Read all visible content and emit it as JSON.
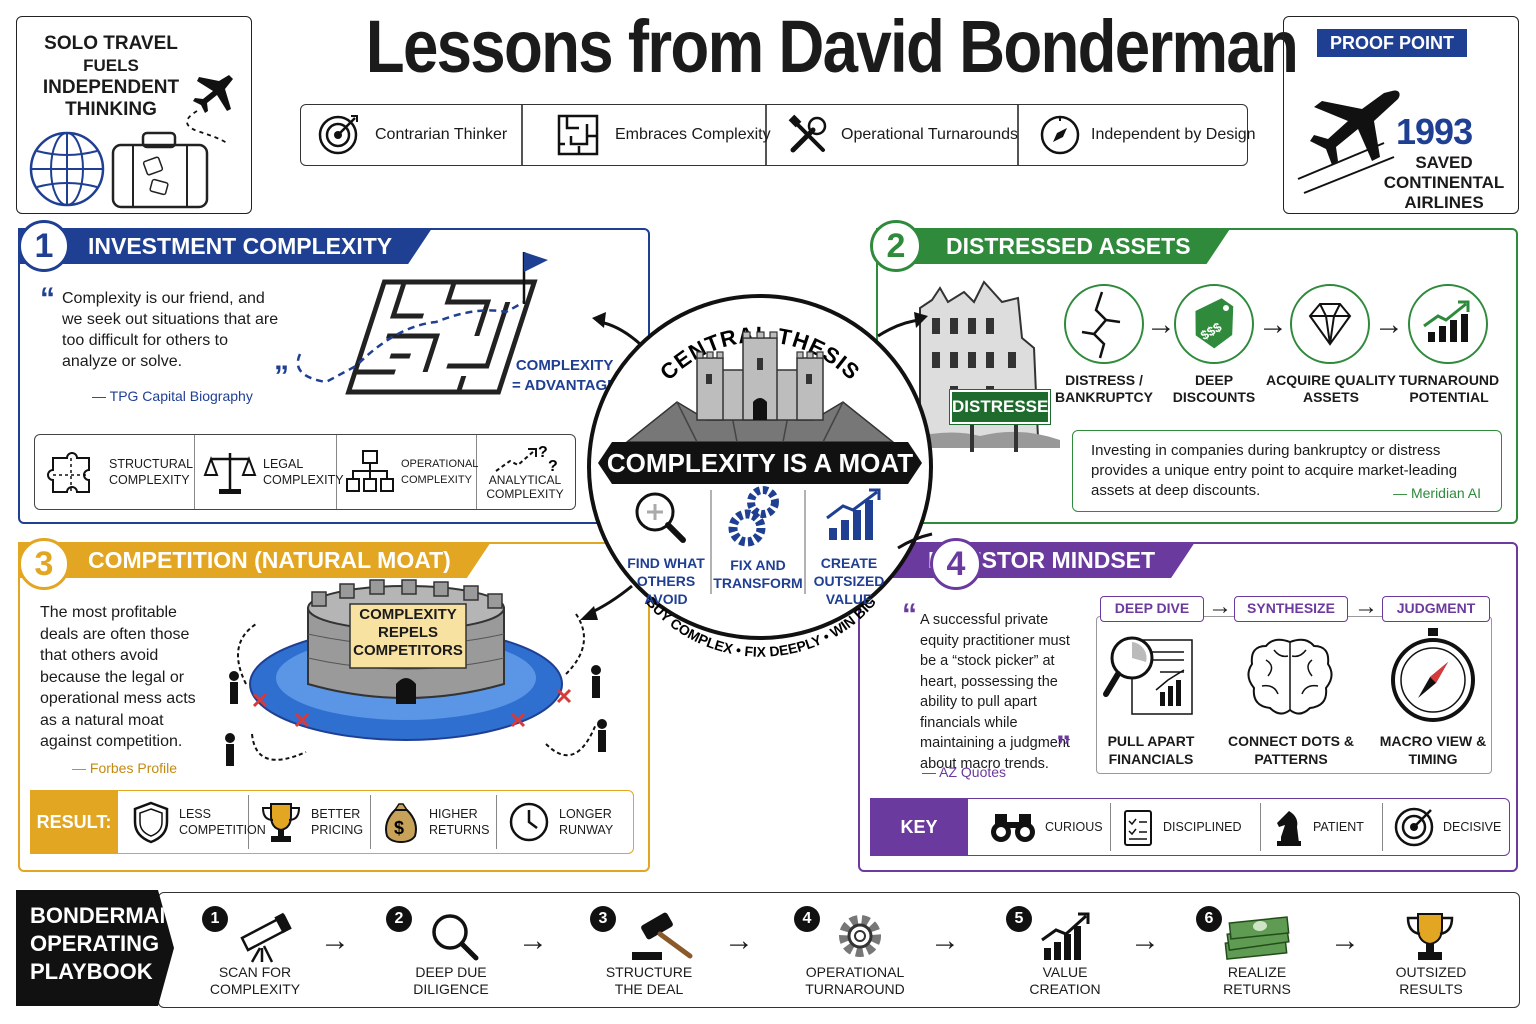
{
  "title": "Lessons from David Bonderman",
  "solo": {
    "line1": "SOLO TRAVEL",
    "line2": "FUELS",
    "line3": "INDEPENDENT",
    "line4": "THINKING"
  },
  "values": [
    {
      "label": "Contrarian Thinker",
      "icon": "target-icon"
    },
    {
      "label": "Embraces Complexity",
      "icon": "maze-icon"
    },
    {
      "label": "Operational Turnarounds",
      "icon": "tools-icon"
    },
    {
      "label": "Independent by Design",
      "icon": "compass-icon"
    }
  ],
  "proof": {
    "badge": "PROOF POINT",
    "year": "1993",
    "line1": "SAVED",
    "line2": "CONTINENTAL",
    "line3": "AIRLINES"
  },
  "p1": {
    "num": "1",
    "title": "INVESTMENT COMPLEXITY",
    "quote": "Complexity is our friend, and we seek out situations that are too difficult for others to analyze or solve.",
    "cite": "— TPG Capital Biography",
    "maze_label1": "COMPLEXITY",
    "maze_label2": "= ADVANTAGE",
    "items": [
      "STRUCTURAL COMPLEXITY",
      "LEGAL COMPLEXITY",
      "OPERATIONAL COMPLEXITY",
      "ANALYTICAL COMPLEXITY"
    ]
  },
  "p2": {
    "num": "2",
    "title": "DISTRESSED ASSETS",
    "sign": "DISTRESSED",
    "steps": [
      "DISTRESS / BANKRUPTCY",
      "DEEP DISCOUNTS",
      "ACQUIRE QUALITY ASSETS",
      "TURNAROUND POTENTIAL"
    ],
    "tag_text": "$$$",
    "quote": "Investing in companies during bankruptcy or distress provides a unique entry point to acquire market-leading assets at deep discounts.",
    "cite": "— Meridian AI"
  },
  "p3": {
    "num": "3",
    "title": "COMPETITION (NATURAL MOAT)",
    "quote": "The most profitable deals are often those that others avoid because the legal or operational mess acts as a natural moat against competition.",
    "cite": "— Forbes Profile",
    "castle_sign": [
      "COMPLEXITY",
      "REPELS",
      "COMPETITORS"
    ],
    "result_label": "RESULT:",
    "results": [
      "LESS COMPETITION",
      "BETTER PRICING",
      "HIGHER RETURNS",
      "LONGER RUNWAY"
    ],
    "bag_symbol": "$"
  },
  "central": {
    "arc_top": "CENTRAL THESIS",
    "banner": "COMPLEXITY IS A MOAT",
    "steps": [
      "FIND WHAT OTHERS AVOID",
      "FIX AND TRANSFORM",
      "CREATE OUTSIZED VALUE"
    ],
    "arc_bottom": "BUY COMPLEX • FIX DEEPLY • WIN BIG"
  },
  "p4": {
    "num": "4",
    "title": "INVESTOR MINDSET",
    "quote": "A successful private equity practitioner must be a “stock picker” at heart, possessing the ability to pull apart financials while maintaining a judgment about macro trends.",
    "cite": "— AZ Quotes",
    "stages": [
      "DEEP DIVE",
      "SYNTHESIZE",
      "JUDGMENT"
    ],
    "stage_labels": [
      "PULL APART FINANCIALS",
      "CONNECT DOTS & PATTERNS",
      "MACRO VIEW & TIMING"
    ],
    "traits_label": "KEY TRAITS",
    "traits": [
      "CURIOUS",
      "DISCIPLINED",
      "PATIENT",
      "DECISIVE"
    ]
  },
  "playbook": {
    "head": [
      "BONDERMAN",
      "OPERATING",
      "PLAYBOOK"
    ],
    "steps": [
      {
        "num": "1",
        "label1": "SCAN FOR",
        "label2": "COMPLEXITY"
      },
      {
        "num": "2",
        "label1": "DEEP DUE",
        "label2": "DILIGENCE"
      },
      {
        "num": "3",
        "label1": "STRUCTURE",
        "label2": "THE DEAL"
      },
      {
        "num": "4",
        "label1": "OPERATIONAL",
        "label2": "TURNAROUND"
      },
      {
        "num": "5",
        "label1": "VALUE",
        "label2": "CREATION"
      },
      {
        "num": "6",
        "label1": "REALIZE",
        "label2": "RETURNS"
      },
      {
        "num": "",
        "label1": "OUTSIZED",
        "label2": "RESULTS"
      }
    ]
  },
  "colors": {
    "blue": "#1f3f93",
    "green": "#2f8a3c",
    "gold": "#e2a623",
    "purple": "#6b3a9e"
  }
}
